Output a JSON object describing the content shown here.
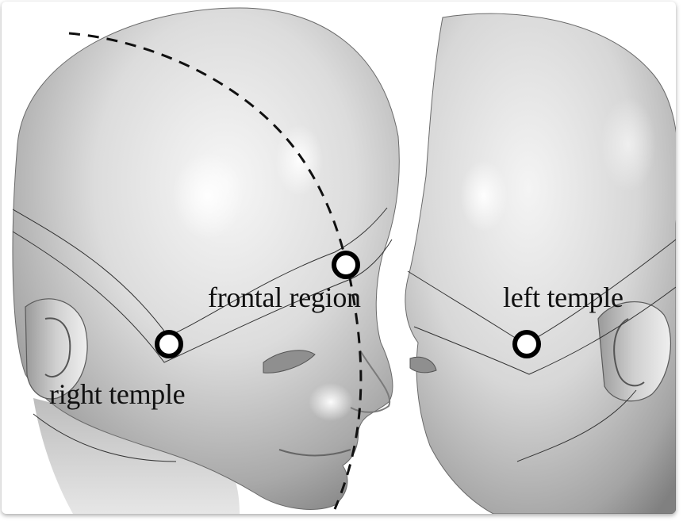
{
  "labels": {
    "frontal": "frontal region",
    "left_temple": "left temple",
    "right_temple": "right temple"
  },
  "markers": [
    "frontal region",
    "right temple",
    "left temple"
  ],
  "colors": {
    "head_light": "#f4f4f4",
    "head_mid": "#c9c9c9",
    "head_dark": "#7a7a7a",
    "outline": "#333333",
    "marker": "#000000"
  }
}
